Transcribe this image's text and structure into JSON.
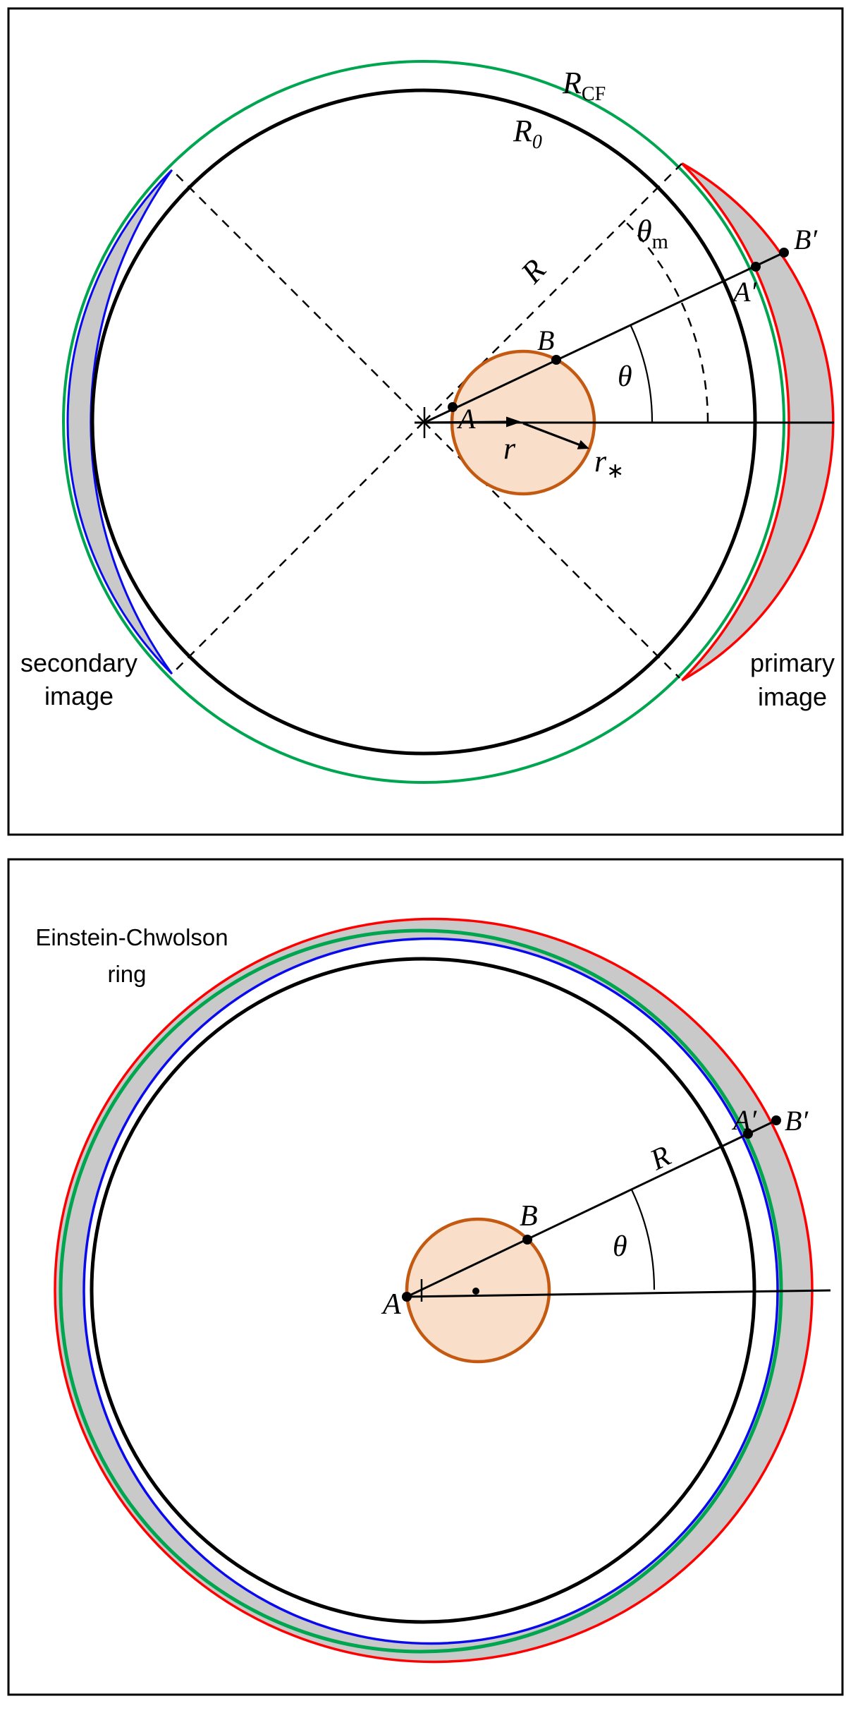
{
  "figure": {
    "description": "Gravitational lensing geometry, two panels",
    "top_panel": {
      "labels": {
        "r_cf_main": "R",
        "r_cf_sub": "CF",
        "r0_main": "R",
        "r0_sub": "0",
        "r_radial": "R",
        "theta_m_main": "θ",
        "theta_m_sub": "m",
        "theta": "θ",
        "point_a": "A",
        "point_b": "B",
        "point_a_prime": "A′",
        "point_b_prime": "B′",
        "r_arrow": "r",
        "r_star_main": "r",
        "r_star_sub": "∗",
        "secondary_line1": "secondary",
        "secondary_line2": "image",
        "primary_line1": "primary",
        "primary_line2": "image"
      }
    },
    "bottom_panel": {
      "labels": {
        "ring_line1": "Einstein-Chwolson",
        "ring_line2": "ring",
        "point_a": "A",
        "point_b": "B",
        "point_a_prime": "A′",
        "point_b_prime": "B′",
        "theta": "θ",
        "r_radial": "R"
      }
    }
  },
  "colors": {
    "green": "#00A550",
    "red": "#FF0000",
    "blue": "#0909EE",
    "gray": "#C9C9C9",
    "star_fill": "#F9DFC9",
    "star_stroke": "#C45A11",
    "black": "#000000"
  }
}
